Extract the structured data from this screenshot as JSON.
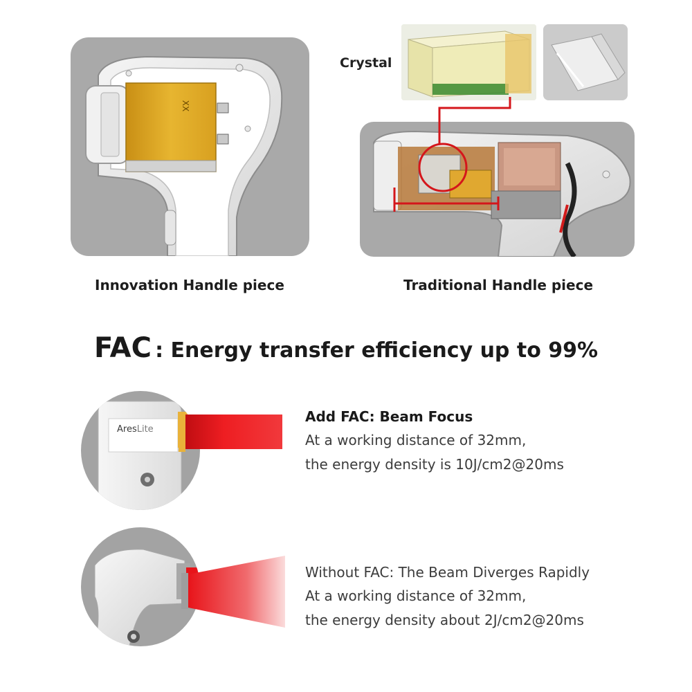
{
  "labels": {
    "crystal": "Crystal",
    "innovation_caption": "Innovation Handle piece",
    "traditional_caption": "Traditional Handle piece",
    "chip_marking": "XX",
    "brand_main": "Ares",
    "brand_sub": "Lite"
  },
  "headline": {
    "fac": "FAC",
    "rest": ": Energy transfer efficiency up to 99%"
  },
  "fac_on": {
    "title": "Add FAC: Beam Focus",
    "line1": "At a working distance of 32mm,",
    "line2": "the energy density is 10J/cm2@20ms"
  },
  "fac_off": {
    "title": "Without FAC: The Beam Diverges Rapidly",
    "line1": "At a working distance of 32mm,",
    "line2": "the energy density about 2J/cm2@20ms"
  },
  "colors": {
    "panel_gray": "#a9a9a9",
    "gold_chip": "#e3b02e",
    "laser_red": "#e8141a",
    "callout_red": "#d4161b"
  }
}
